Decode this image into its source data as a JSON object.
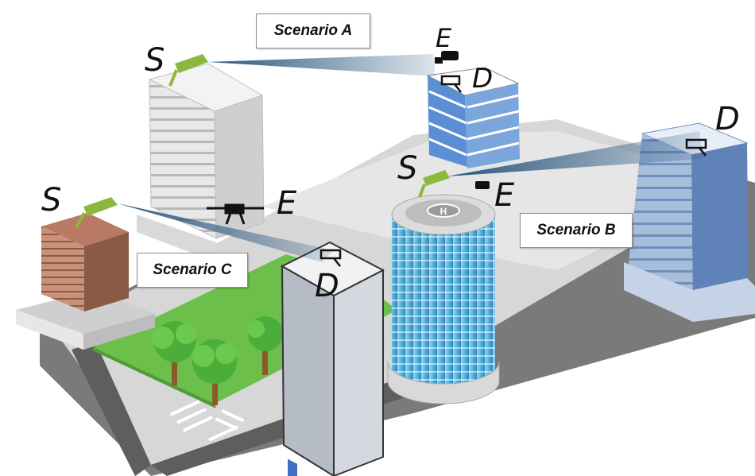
{
  "scenarios": {
    "a": {
      "label": "Scenario A",
      "source": "S",
      "eavesdropper": "E",
      "destination": "D"
    },
    "b": {
      "label": "Scenario B",
      "source": "S",
      "eavesdropper": "E",
      "destination": "D"
    },
    "c": {
      "label": "Scenario C",
      "source": "S",
      "eavesdropper": "E",
      "destination": "D"
    }
  },
  "colors": {
    "source_camera": "#8db83f",
    "beam": "#1f4e79",
    "ground": "#d9d9d9",
    "lawn": "#6dbf4b",
    "road": "#5e5e5e"
  },
  "icons": [
    "security-camera-icon",
    "drone-icon",
    "helipad-icon",
    "tree-icon"
  ]
}
